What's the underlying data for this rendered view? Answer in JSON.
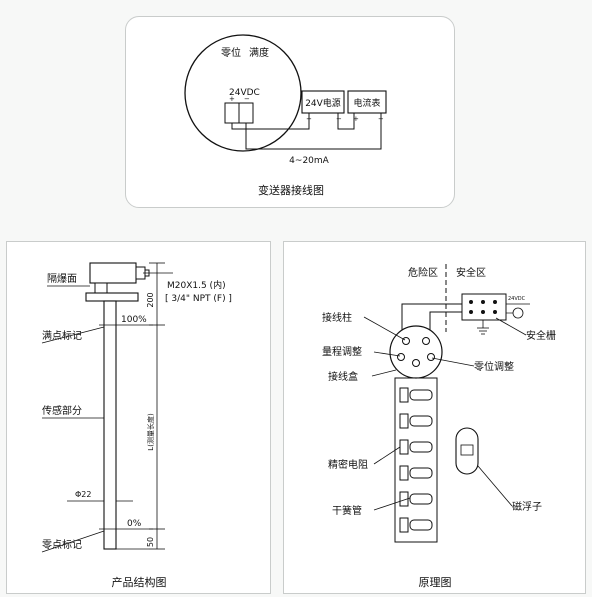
{
  "wiring": {
    "caption": "变送器接线图",
    "zero_label": "零位",
    "full_label": "满度",
    "supply_label": "24VDC",
    "power_label": "24V电源",
    "meter_label": "电流表",
    "signal_label": "4~20mA"
  },
  "structure": {
    "caption": "产品结构图",
    "explosion_surface": "隔爆面",
    "full_mark": "满点标记",
    "sensor_part": "传感部分",
    "zero_mark": "零点标记",
    "thread_line1": "M20X1.5 (内)",
    "thread_line2": "[ 3/4\" NPT (F) ]",
    "pct_full": "100%",
    "pct_zero": "0%",
    "dim_top": "200",
    "dim_bottom": "50",
    "dim_length": "L(测量长度)",
    "diameter": "Φ22"
  },
  "principle": {
    "caption": "原理图",
    "hazard_zone": "危险区",
    "safe_zone": "安全区",
    "terminal_post": "接线柱",
    "range_adjust": "量程调整",
    "junction_box": "接线盒",
    "zero_adjust": "零位调整",
    "safety_barrier": "安全栅",
    "precision_resistor": "精密电阻",
    "reed_switch": "干簧管",
    "magnetic_float": "磁浮子",
    "barrier_supply": "24VDC"
  }
}
